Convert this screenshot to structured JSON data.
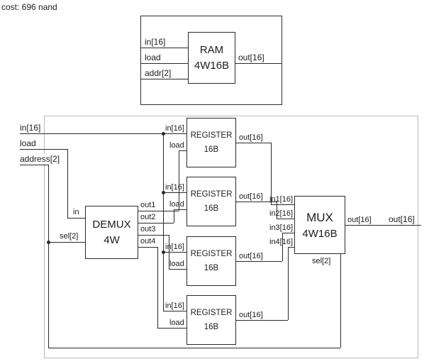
{
  "cost_label": "cost: 696 nand",
  "symbol": {
    "block_line1": "RAM",
    "block_line2": "4W16B",
    "pin_in": "in[16]",
    "pin_load": "load",
    "pin_addr": "addr[2]",
    "pin_out": "out[16]"
  },
  "impl": {
    "pin_in": "in[16]",
    "pin_load": "load",
    "pin_address": "address[2]",
    "pin_out": "out[16]",
    "demux": {
      "line1": "DEMUX",
      "line2": "4W",
      "port_in": "in",
      "port_sel": "sel[2]",
      "port_out1": "out1",
      "port_out2": "out2",
      "port_out3": "out3",
      "port_out4": "out4"
    },
    "registers": [
      {
        "line1": "REGISTER",
        "line2": "16B",
        "port_in": "in[16]",
        "port_load": "load",
        "port_out": "out[16]"
      },
      {
        "line1": "REGISTER",
        "line2": "16B",
        "port_in": "in[16]",
        "port_load": "load",
        "port_out": "out[16]"
      },
      {
        "line1": "REGISTER",
        "line2": "16B",
        "port_in": "in[16]",
        "port_load": "load",
        "port_out": "out[16]"
      },
      {
        "line1": "REGISTER",
        "line2": "16B",
        "port_in": "in[16]",
        "port_load": "load",
        "port_out": "out[16]"
      }
    ],
    "mux": {
      "line1": "MUX",
      "line2": "4W16B",
      "port_in1": "in1[16]",
      "port_in2": "in2[16]",
      "port_in3": "in3[16]",
      "port_in4": "in4[16]",
      "port_sel": "sel[2]",
      "port_out": "out[16]"
    }
  }
}
